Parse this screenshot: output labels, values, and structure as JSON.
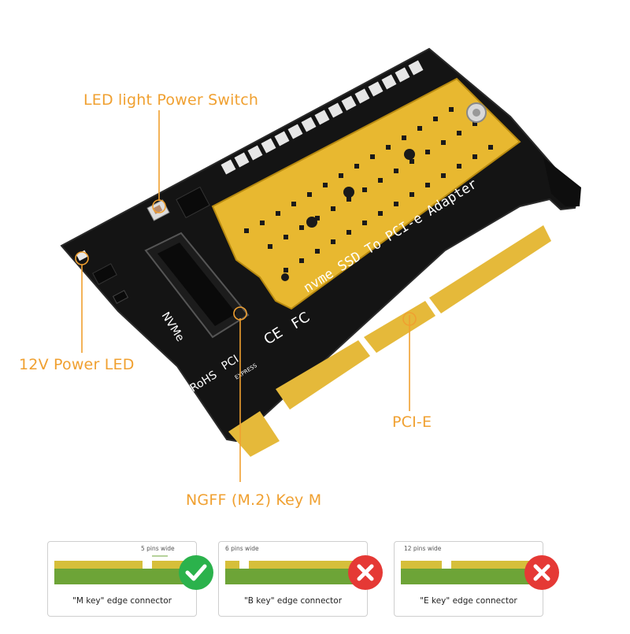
{
  "product": {
    "pcb_silkscreen_title": "nvme SSD To PCI-e Adapter",
    "silk_rohs": "RoHS",
    "silk_pci": "PCI",
    "silk_express": "EXPRESS",
    "silk_nvme": "NVMe",
    "silk_ce": "CE",
    "silk_fc": "FC"
  },
  "callouts": {
    "led_switch": "LED light Power Switch",
    "power_led": "12V Power LED",
    "pcie": "PCI-E",
    "ngff": "NGFF (M.2) Key M"
  },
  "connectors": [
    {
      "caption": "\"M key\" edge connector",
      "pins_note": "5 pins wide",
      "compatible": true
    },
    {
      "caption": "\"B key\" edge connector",
      "pins_note": "6 pins wide",
      "compatible": false
    },
    {
      "caption": "\"E key\" edge connector",
      "pins_note": "12 pins wide",
      "compatible": false
    }
  ],
  "colors": {
    "callout": "#f0a030",
    "pcb": "#111111",
    "gold": "#e8b830",
    "check": "#2bb24c",
    "cross": "#e53935",
    "edge_green": "#6da437",
    "edge_gold": "#d6bf3a"
  }
}
